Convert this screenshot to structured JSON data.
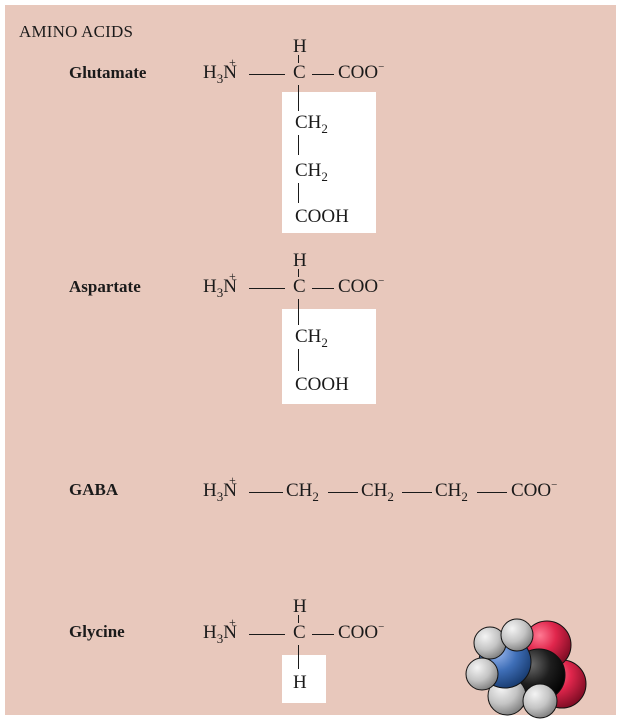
{
  "heading": "AMINO ACIDS",
  "glutamate": {
    "name": "Glutamate",
    "amine": "H",
    "amine_sub": "3",
    "amine_n": "N",
    "charge": "+",
    "alpha_h": "H",
    "alpha_c": "C",
    "carboxylate": "COO",
    "carboxylate_charge": "−",
    "side1": "CH",
    "side1_sub": "2",
    "side2": "CH",
    "side2_sub": "2",
    "side3": "COOH"
  },
  "aspartate": {
    "name": "Aspartate",
    "amine": "H",
    "amine_sub": "3",
    "amine_n": "N",
    "charge": "+",
    "alpha_h": "H",
    "alpha_c": "C",
    "carboxylate": "COO",
    "carboxylate_charge": "−",
    "side1": "CH",
    "side1_sub": "2",
    "side2": "COOH"
  },
  "gaba": {
    "name": "GABA",
    "amine": "H",
    "amine_sub": "3",
    "amine_n": "N",
    "charge": "+",
    "ch_a": "CH",
    "ch_a_sub": "2",
    "ch_b": "CH",
    "ch_b_sub": "2",
    "ch_c": "CH",
    "ch_c_sub": "2",
    "carboxylate": "COO",
    "carboxylate_charge": "−"
  },
  "glycine": {
    "name": "Glycine",
    "amine": "H",
    "amine_sub": "3",
    "amine_n": "N",
    "charge": "+",
    "alpha_h": "H",
    "alpha_c": "C",
    "carboxylate": "COO",
    "carboxylate_charge": "−",
    "side1": "H"
  },
  "colors": {
    "panel_background": "#e8c8bc",
    "side_chain_box": "#ffffff",
    "nitrogen_atom": "#3f6fb8",
    "oxygen_atom": "#e0264c",
    "carbon_atom": "#1e1e1e",
    "hydrogen_atom": "#c4c4c4"
  },
  "space_filling_model": {
    "molecule": "glycine",
    "atoms": [
      "nitrogen-atom",
      "oxygen-atom",
      "carbon-atom",
      "hydrogen-atom"
    ]
  }
}
